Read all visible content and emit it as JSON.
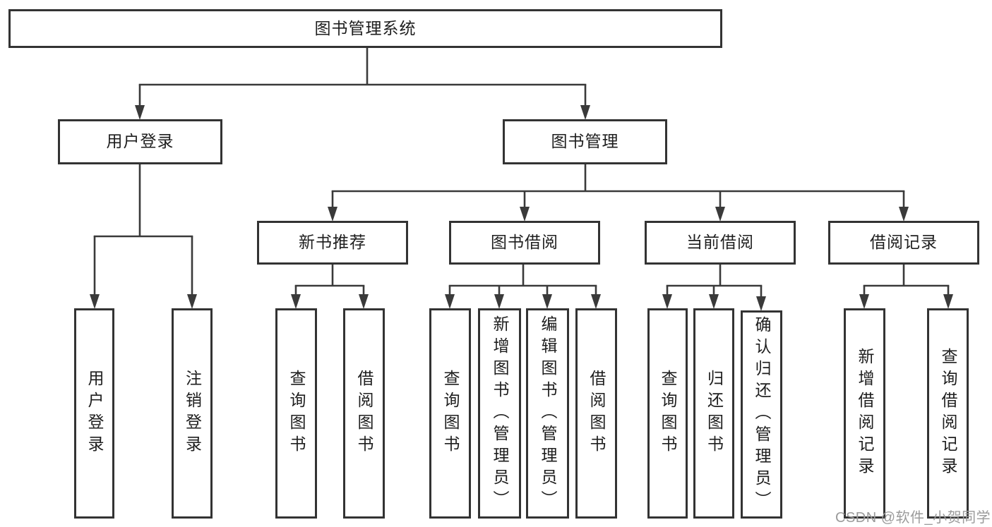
{
  "diagram": {
    "root": {
      "label": "图书管理系统",
      "children": [
        {
          "label": "用户登录",
          "children": [
            {
              "label": "用户登录"
            },
            {
              "label": "注销登录"
            }
          ]
        },
        {
          "label": "图书管理",
          "children": [
            {
              "label": "新书推荐",
              "children": [
                {
                  "label": "查询图书"
                },
                {
                  "label": "借阅图书"
                }
              ]
            },
            {
              "label": "图书借阅",
              "children": [
                {
                  "label": "查询图书"
                },
                {
                  "label": "新增图书（管理员）"
                },
                {
                  "label": "编辑图书（管理员）"
                },
                {
                  "label": "借阅图书"
                }
              ]
            },
            {
              "label": "当前借阅",
              "children": [
                {
                  "label": "查询图书"
                },
                {
                  "label": "归还图书"
                },
                {
                  "label": "确认归还（管理员）"
                }
              ]
            },
            {
              "label": "借阅记录",
              "children": [
                {
                  "label": "新增借阅记录"
                },
                {
                  "label": "查询借阅记录"
                }
              ]
            }
          ]
        }
      ]
    }
  },
  "watermark": {
    "text": "CSDN @软件_小贺同学"
  },
  "colors": {
    "box_border": "#333333",
    "connector_line": "#3a3a3a",
    "text": "#1e1e1e",
    "watermark": "#9b9b9b",
    "background": "#ffffff"
  }
}
